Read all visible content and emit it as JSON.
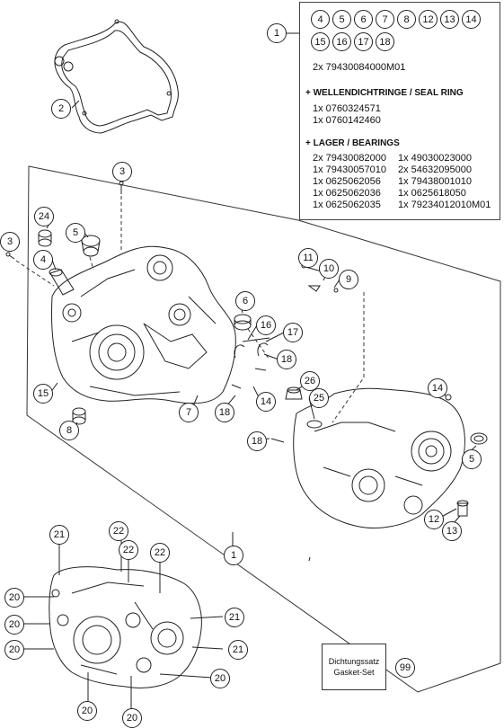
{
  "callouts": {
    "c1_top": "1",
    "c2": "2",
    "c3_top": "3",
    "c3_left": "3",
    "c24": "24",
    "c5_left": "5",
    "c4": "4",
    "c11": "11",
    "c10": "10",
    "c9": "9",
    "c6": "6",
    "c16": "16",
    "c17": "17",
    "c18_a": "18",
    "c15": "15",
    "c8": "8",
    "c7": "7",
    "c18_b": "18",
    "c14_a": "14",
    "c26": "26",
    "c25": "25",
    "c14_b": "14",
    "c18_c": "18",
    "c5_right": "5",
    "c12": "12",
    "c13": "13",
    "c1_bottom": "1",
    "c21_a": "21",
    "c22_a": "22",
    "c22_b": "22",
    "c22_c": "22",
    "c20_a": "20",
    "c20_b": "20",
    "c21_b": "21",
    "c20_c": "20",
    "c21_c": "21",
    "c20_d": "20",
    "c20_e": "20",
    "c20_f": "20",
    "c99": "99"
  },
  "legend": {
    "chips": [
      "4",
      "5",
      "6",
      "7",
      "8",
      "12",
      "13",
      "14",
      "15",
      "16",
      "17",
      "18"
    ],
    "line_pair": "2x 79430084000M01",
    "seal_heading": "+ WELLENDICHTRINGE /  SEAL RING",
    "seal_lines": [
      "1x 0760324571",
      "1x 0760142460"
    ],
    "bearing_heading": "+ LAGER / BEARINGS",
    "bearing_col1": [
      "2x 79430082000",
      "1x 79430057010",
      "1x 0625062056",
      "1x 0625062036",
      "1x 0625062035"
    ],
    "bearing_col2": [
      "1x 49030023000",
      "2x 54632095000",
      "1x 79438001010",
      "1x 0625618050",
      "1x 79234012010M01"
    ]
  },
  "gasket_set": {
    "line1": "Dichtungssatz",
    "line2": "Gasket-Set"
  }
}
